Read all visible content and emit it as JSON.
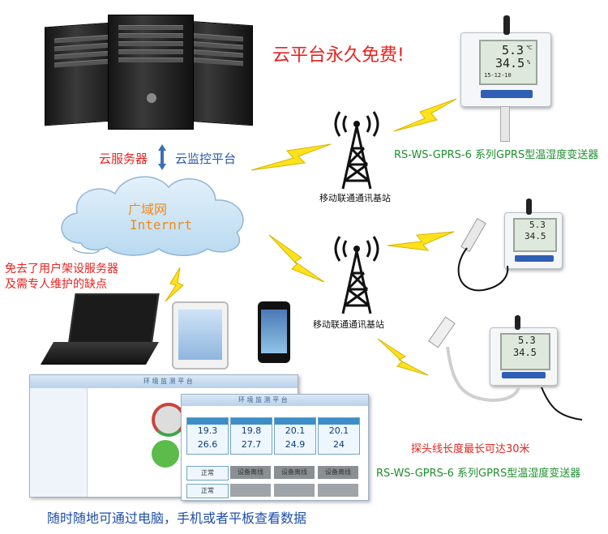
{
  "texts": {
    "cloud_free": "云平台永久免费!",
    "cloud_server": "云服务器",
    "cloud_platform": "云监控平台",
    "wan": "广域网",
    "internet": "Internrt",
    "save_line1": "免去了用户架设服务器",
    "save_line2": "及需专人维护的缺点",
    "base_station_1": "移动联通通讯基站",
    "base_station_2": "移动联通通讯基站",
    "transmitter_1": "RS-WS-GPRS-6 系列GPRS型温湿度变送器",
    "transmitter_2": "RS-WS-GPRS-6 系列GPRS型温湿度变送器",
    "probe_length": "探头线长度最长可达30米",
    "access_any": "随时随地可通过电脑，手机或者平板查看数据",
    "platform_title": "环 境 监 测 平 台"
  },
  "device_readout": {
    "temperature": "5.3",
    "temperature_unit": "℃",
    "humidity": "34.5",
    "humidity_unit": "%",
    "date": "15-12-10"
  },
  "dashboard": {
    "values_row1": [
      "19.3",
      "19.8",
      "20.1",
      "20.1"
    ],
    "values_row2": [
      "26.6",
      "27.7",
      "24.9",
      "24"
    ],
    "status_normal": "正常",
    "status_offline": "设备离线"
  },
  "colors": {
    "accent_red": "#e8231f",
    "label_green": "#1e8f2e",
    "caption_blue": "#1e4ea8",
    "signal_yellow": "#ffe21a"
  }
}
